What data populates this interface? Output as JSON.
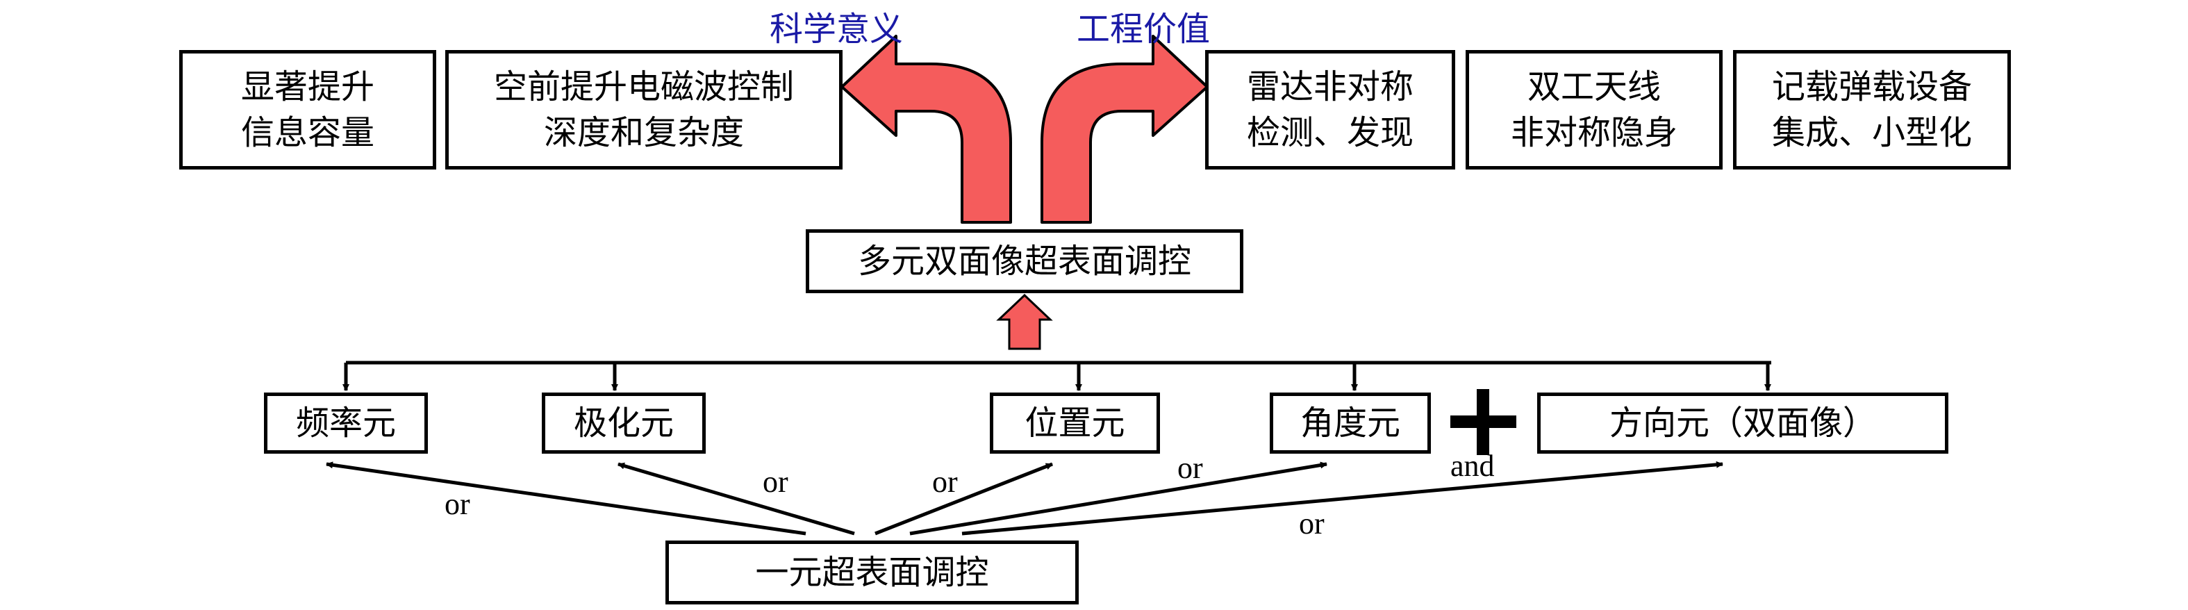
{
  "headers": {
    "science": "科学意义",
    "engineering": "工程价值"
  },
  "science_boxes": [
    [
      "显著提升",
      "信息容量"
    ],
    [
      "空前提升电磁波控制",
      "深度和复杂度"
    ]
  ],
  "engineering_boxes": [
    [
      "雷达非对称",
      "检测、发现"
    ],
    [
      "双工天线",
      "非对称隐身"
    ],
    [
      "记载弹载设备",
      "集成、小型化"
    ]
  ],
  "center": "多元双面像超表面调控",
  "elements": [
    "频率元",
    "极化元",
    "位置元",
    "角度元",
    "方向元（双面像）"
  ],
  "base": "一元超表面调控",
  "connectors": {
    "or": "or",
    "and": "and"
  },
  "colors": {
    "arrow_fill": "#f55c5c",
    "header_text": "#1a1aa6"
  }
}
